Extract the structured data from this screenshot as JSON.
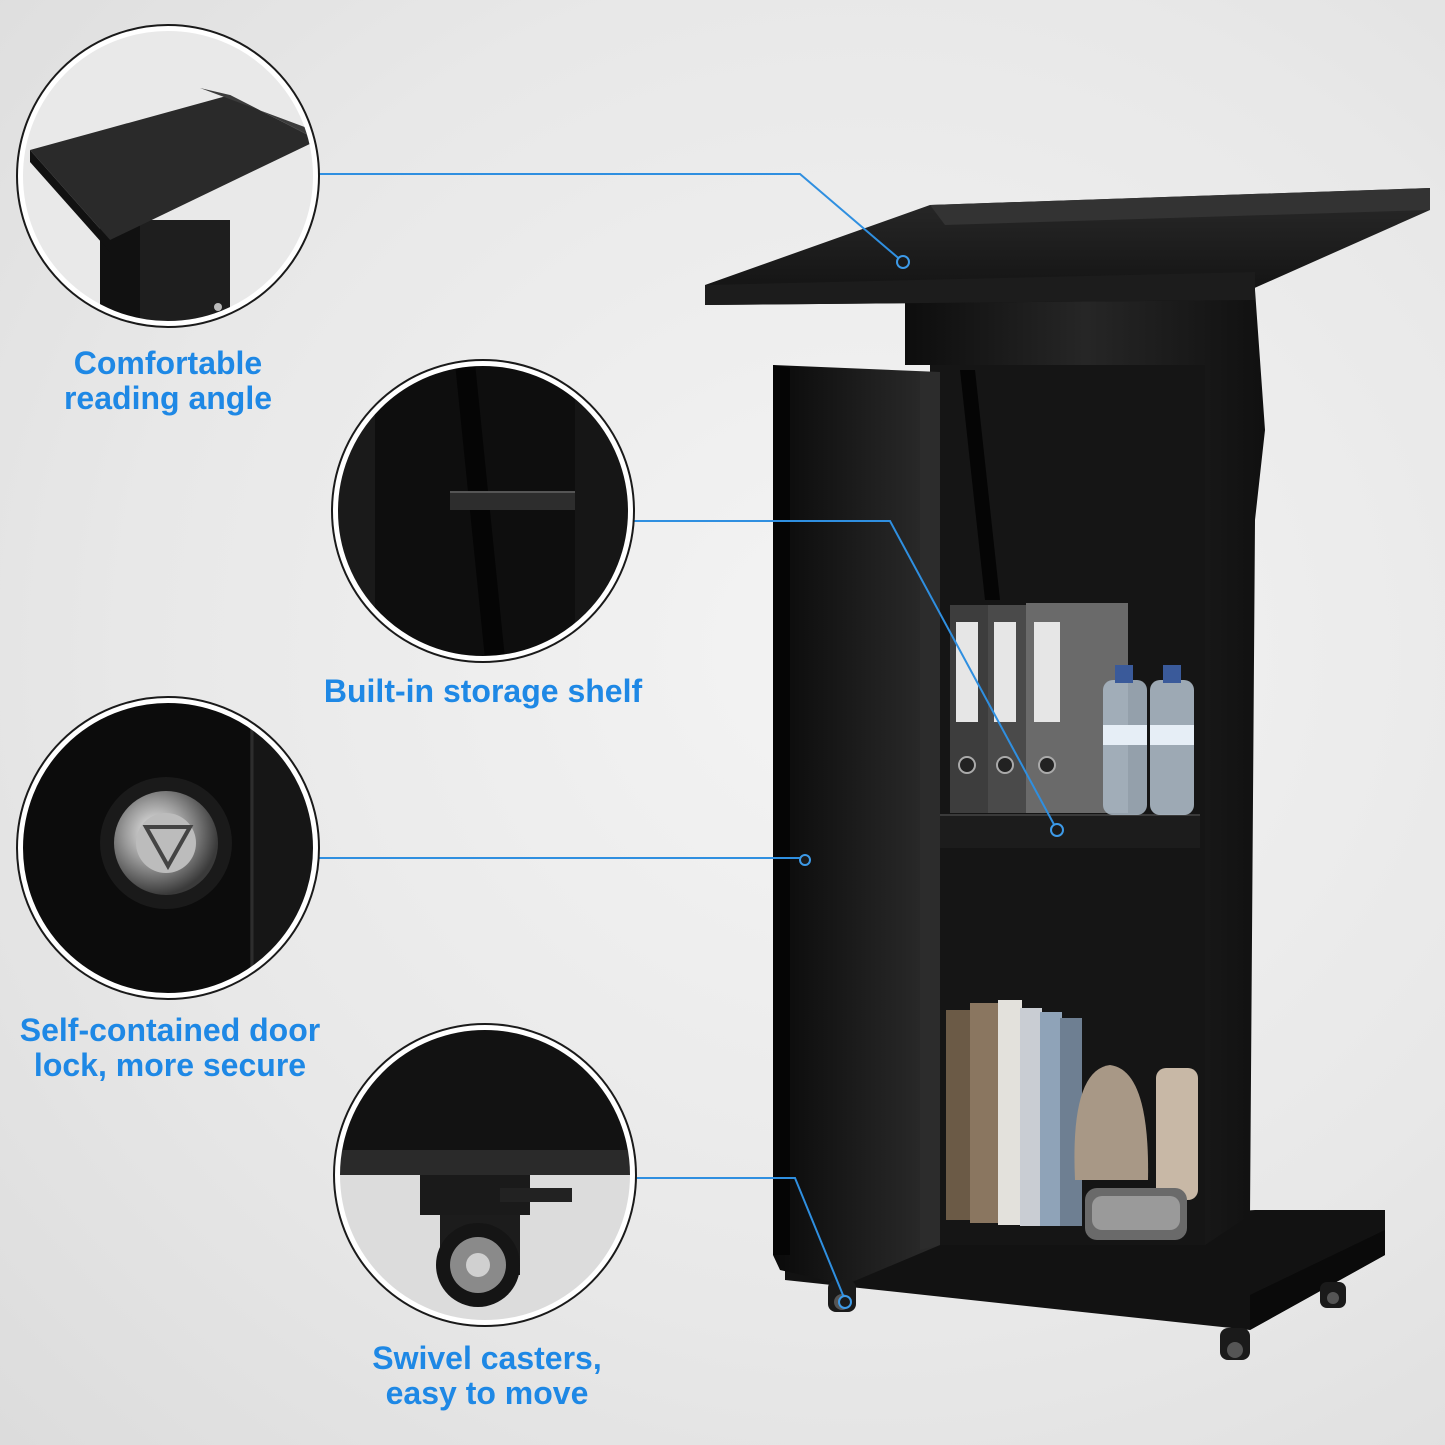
{
  "colors": {
    "accent_blue": "#1e88e5",
    "callout_line": "#2f8fe0",
    "podium_black": "#141414",
    "background": "#e8e8e8"
  },
  "features": [
    {
      "icon": "reading-angle-detail",
      "lines": [
        "Comfortable",
        "reading angle"
      ]
    },
    {
      "icon": "storage-shelf-detail",
      "lines": [
        "Built-in storage shelf"
      ]
    },
    {
      "icon": "door-lock-detail",
      "lines": [
        "Self-contained door",
        "lock, more secure"
      ]
    },
    {
      "icon": "swivel-caster-detail",
      "lines": [
        "Swivel casters,",
        "easy to move"
      ]
    }
  ]
}
